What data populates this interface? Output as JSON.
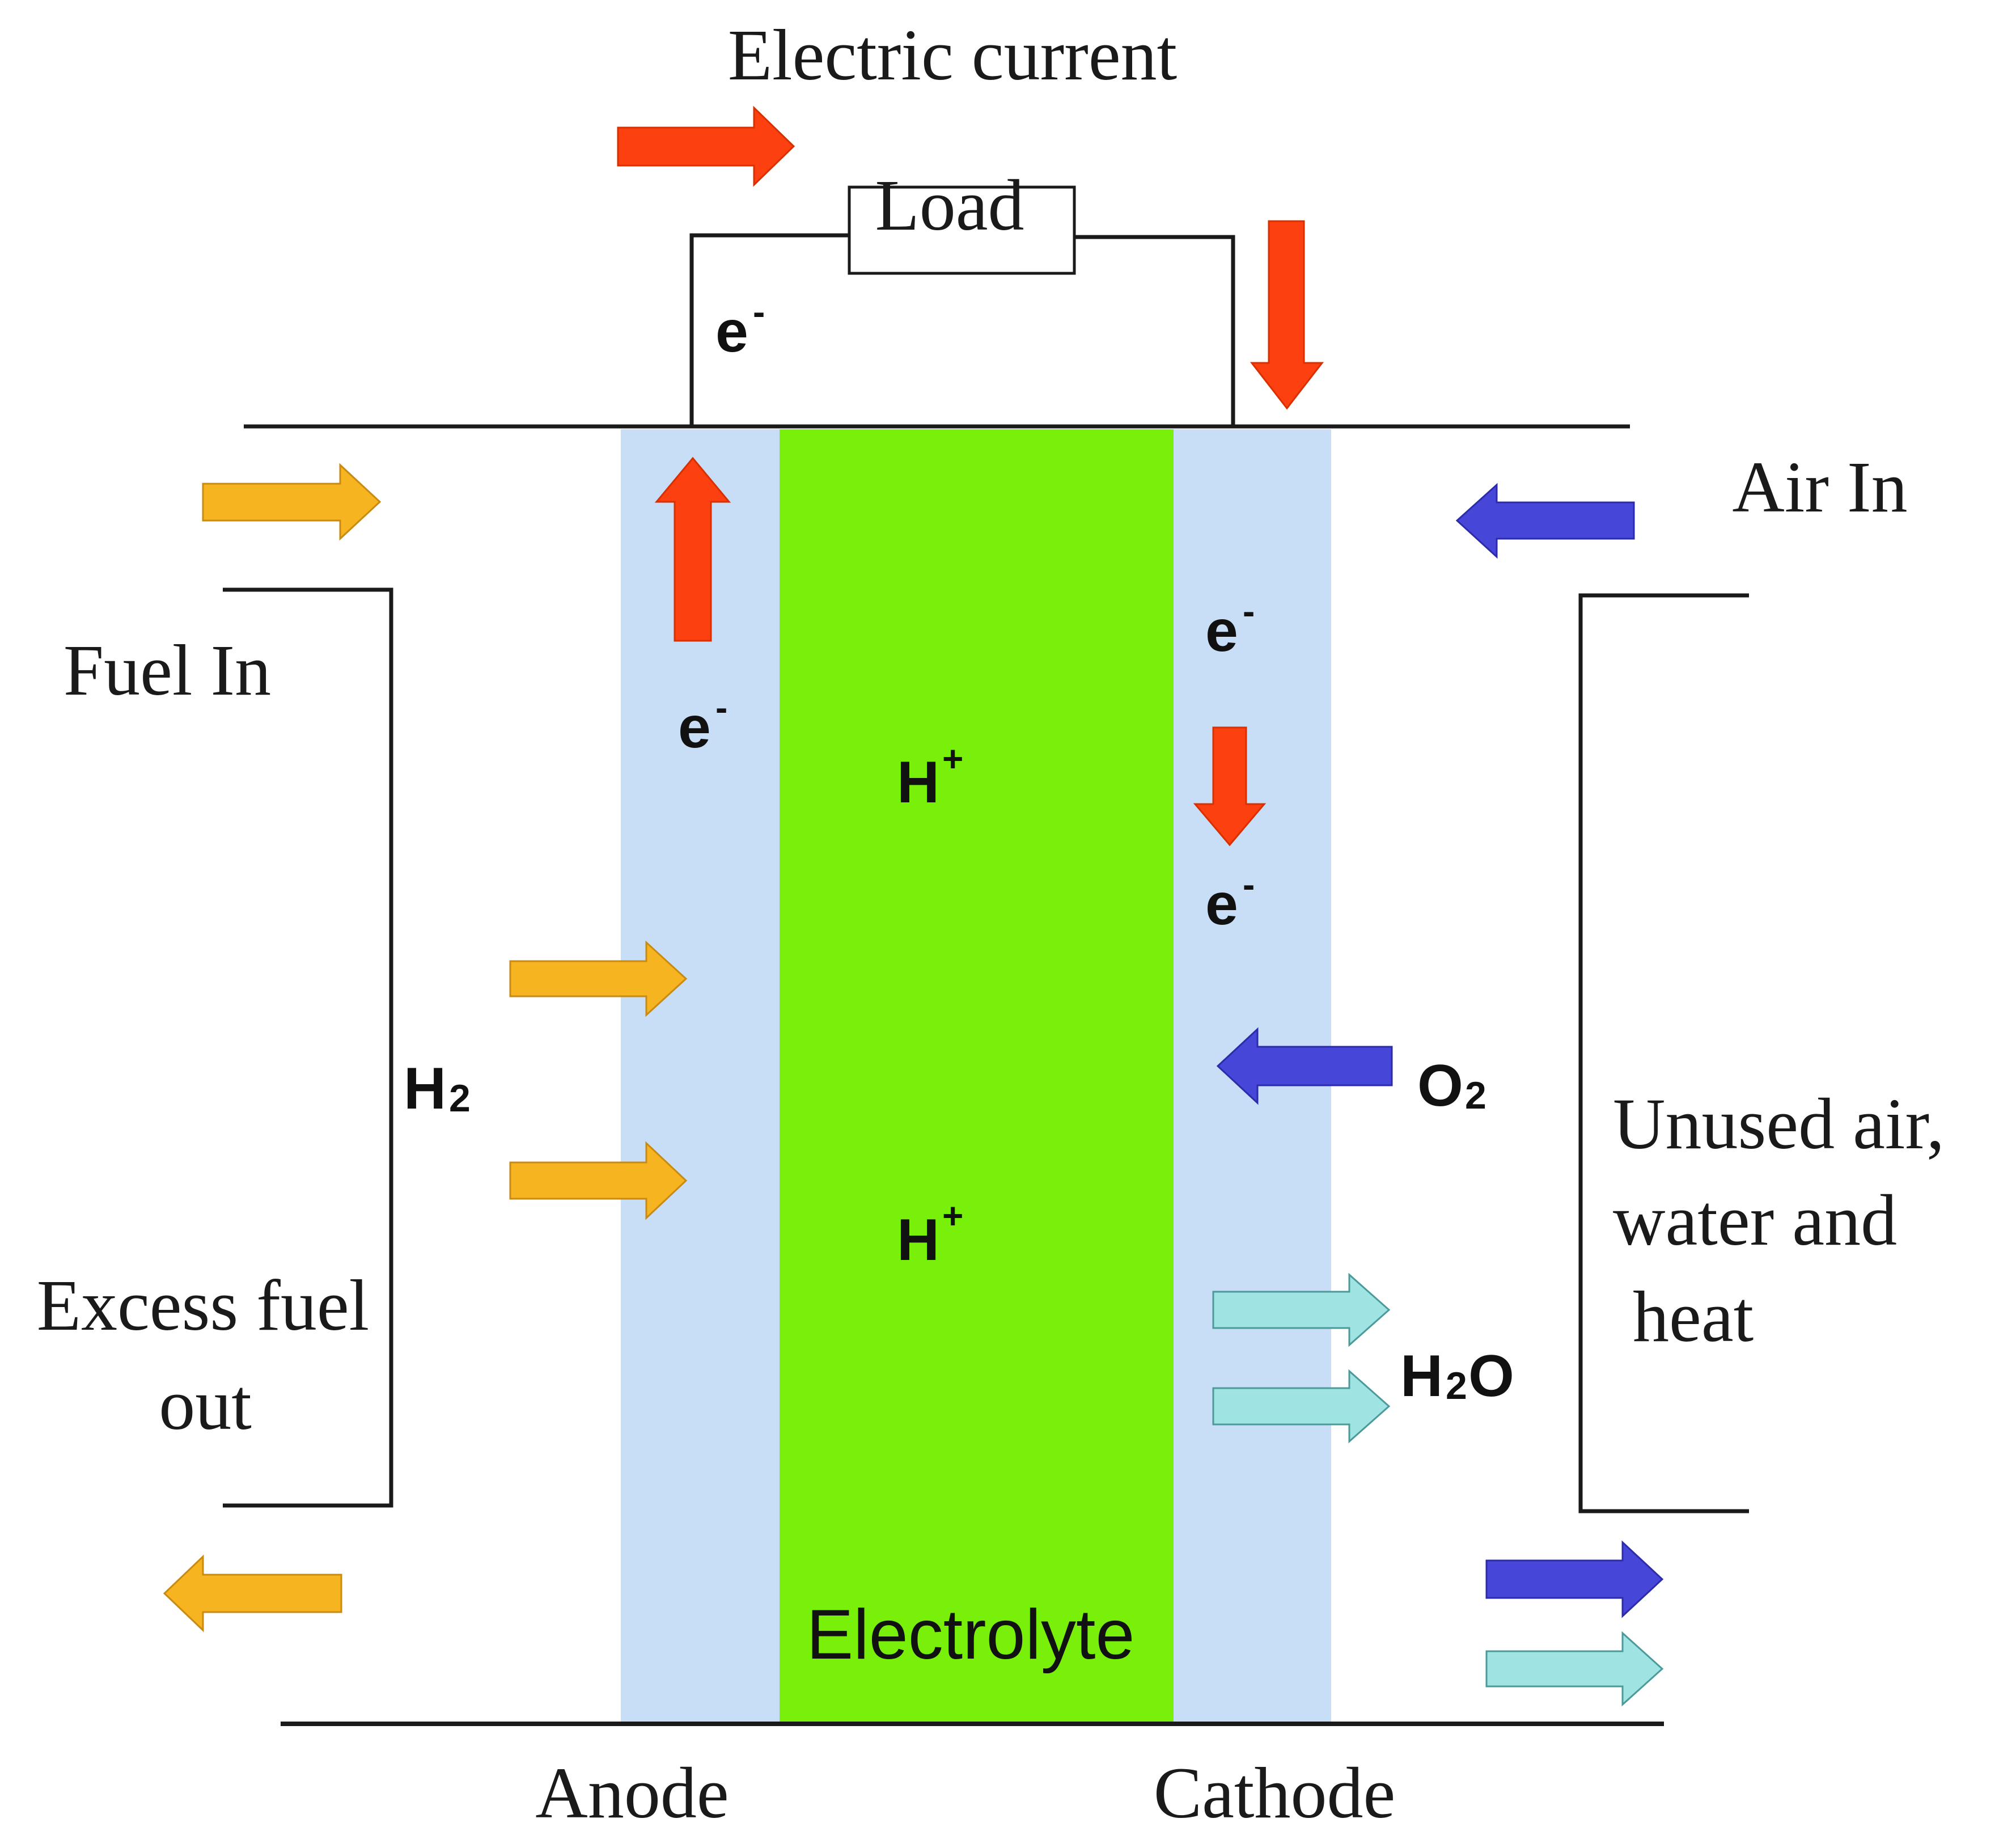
{
  "labels": {
    "electric_current": "Electric current",
    "load": "Load",
    "air_in": "Air In",
    "fuel_in": "Fuel In",
    "excess_fuel_line1": "Excess fuel",
    "excess_fuel_line2": "out",
    "unused_line1": "Unused air,",
    "unused_line2": "water and",
    "unused_line3": "heat",
    "electrolyte": "Electrolyte",
    "anode": "Anode",
    "cathode": "Cathode"
  },
  "species": {
    "electron": "e",
    "electron_charge": "-",
    "proton": "H",
    "proton_charge": "+",
    "hydrogen": "H",
    "hydrogen_sub": "2",
    "oxygen": "O",
    "oxygen_sub": "2",
    "water_h": "H",
    "water_sub": "2",
    "water_o": "O"
  },
  "colors": {
    "electron_flow": "#fd4010",
    "fuel": "#f6b420",
    "air": "#4646d8",
    "water": "#9fe3e3",
    "electrode": "#c8ddf6",
    "electrolyte": "#78f00a",
    "wire": "#1a1a1a"
  }
}
